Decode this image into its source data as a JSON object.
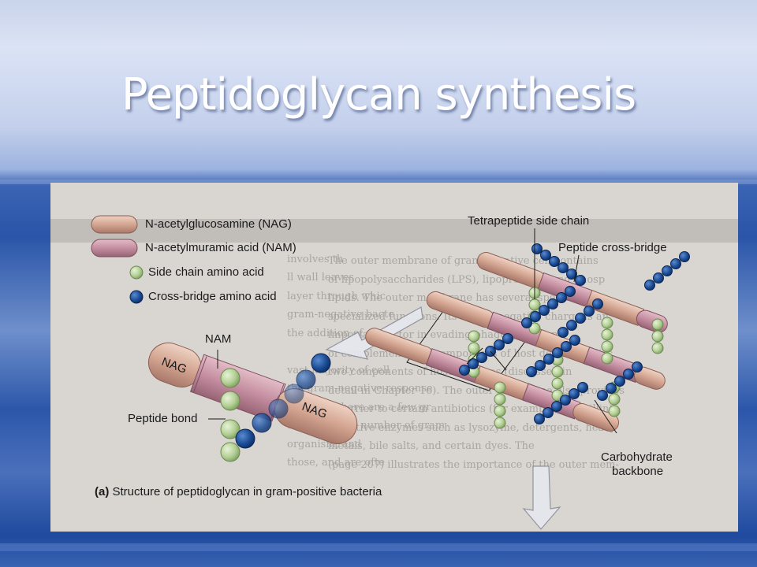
{
  "slide": {
    "title": "Peptidoglycan synthesis"
  },
  "legend": {
    "items": [
      {
        "label": "N-acetylglucosamine (NAG)",
        "swatch": "nag-tube",
        "color": "#d7a894"
      },
      {
        "label": "N-acetylmuramic acid (NAM)",
        "swatch": "nam-tube",
        "color": "#c48fa0"
      },
      {
        "label": "Side chain amino acid",
        "swatch": "green-bead",
        "color": "#b5d09a"
      },
      {
        "label": "Cross-bridge amino acid",
        "swatch": "blue-bead",
        "color": "#1e4f97"
      }
    ]
  },
  "diagram": {
    "labels": {
      "nam": "NAM",
      "nag_left": "NAG",
      "nag_right": "NAG",
      "peptide_bond": "Peptide bond",
      "tetrapeptide": "Tetrapeptide side chain",
      "cross_bridge": "Peptide cross-bridge",
      "carbohydrate_1": "Carbohydrate",
      "carbohydrate_2": "backbone"
    },
    "caption_prefix": "(a)",
    "caption_text": " Structure of peptidoglycan in gram-positive bacteria"
  },
  "background_text": {
    "left_lines": [
      "",
      "involves th",
      "ll wall leaves",
      "layer through whic",
      "gram-negative bacte",
      "the addition of su",
      "",
      "vast majority of cell",
      "the gram-negative response",
      "however, there are a few gr",
      "an increasing number of gram",
      "organism, and",
      "those, and are ofte"
    ],
    "right_lines": [
      "The outer membrane of gram-negative cell contains",
      "of lipopolysaccharides (LPS), lipoproteins, and phosp",
      "lipids. The outer membrane has several special",
      "specialized functions. Its strong negative charge is an",
      "important factor in evading phagocytosis and",
      "of complement, two components of host defenses (disc",
      "two components of host defenses (discussed in",
      "detail in Chapter 16). The outer membrane also provides",
      "a barrier to certain antibiotics (for example, penicillin)",
      "digestive enzymes such as lysozyme, detergents, heavy",
      "metals, bile salts, and certain dyes. The",
      "(page 207) illustrates the importance of the outer mem-"
    ]
  }
}
